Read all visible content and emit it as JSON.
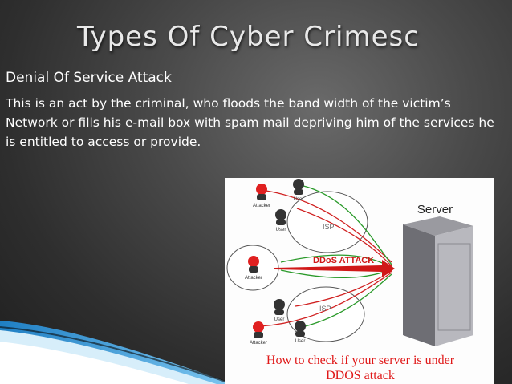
{
  "slide": {
    "title": "Types Of Cyber Crimesc",
    "subtitle": "Denial Of Service Attack",
    "body": "This is an act by the criminal, who floods the band width of the victim’s Network or fills his e-mail box with spam mail depriving him of the services he is entitled to access or provide."
  },
  "figure": {
    "server_label": "Server",
    "attack_label": "DDoS ATTACK",
    "isp_labels": [
      "ISP",
      "ISP"
    ],
    "node_labels": [
      "Attacker",
      "User",
      "User",
      "Attacker",
      "User",
      "User",
      "Attacker"
    ],
    "caption_line1": "How to check if your server is under",
    "caption_line2": "DDOS attack"
  },
  "colors": {
    "title_text": "#e9e9e9",
    "attack_red": "#e01818",
    "accent_blue": "#2a8fd0"
  }
}
